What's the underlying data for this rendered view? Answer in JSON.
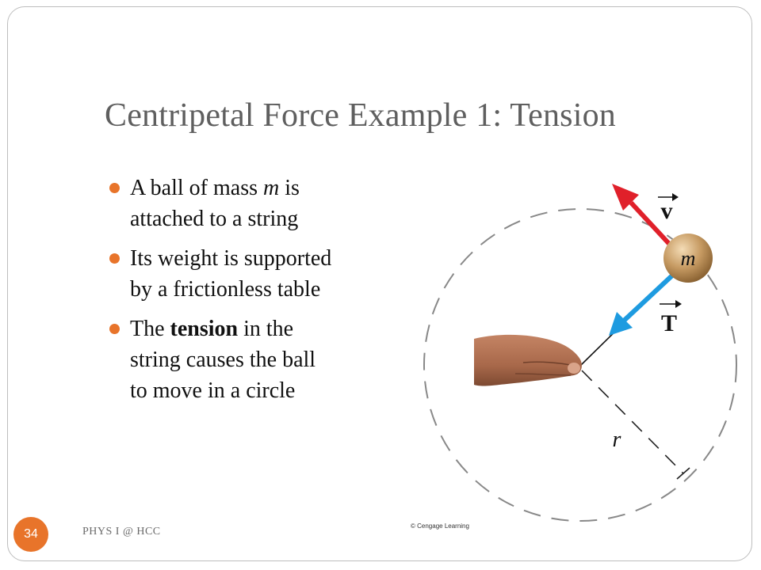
{
  "slide": {
    "title": "Centripetal Force Example 1: Tension",
    "bullets": [
      {
        "lines": [
          [
            {
              "text": "A ball of  mass "
            },
            {
              "text": "m",
              "style": "italic"
            },
            {
              "text": " is"
            }
          ],
          [
            {
              "text": "attached to a string"
            }
          ]
        ]
      },
      {
        "lines": [
          [
            {
              "text": "Its weight is supported"
            }
          ],
          [
            {
              "text": "by a frictionless table"
            }
          ]
        ]
      },
      {
        "lines": [
          [
            {
              "text": "The "
            },
            {
              "text": "tension",
              "style": "bold"
            },
            {
              "text": " in the"
            }
          ],
          [
            {
              "text": "string causes the ball"
            }
          ],
          [
            {
              "text": "to move in a circle"
            }
          ]
        ]
      }
    ],
    "page_number": "34",
    "footer": "PHYS I @ HCC"
  },
  "diagram": {
    "ball_label": "m",
    "velocity_label": "v",
    "tension_label": "T",
    "radius_label": "r",
    "credit": "© Cengage Learning",
    "colors": {
      "velocity_arrow": "#e0202a",
      "tension_arrow": "#1e9be0",
      "ball": "#c69a62",
      "circle": "#888888",
      "accent": "#e8742a"
    }
  }
}
